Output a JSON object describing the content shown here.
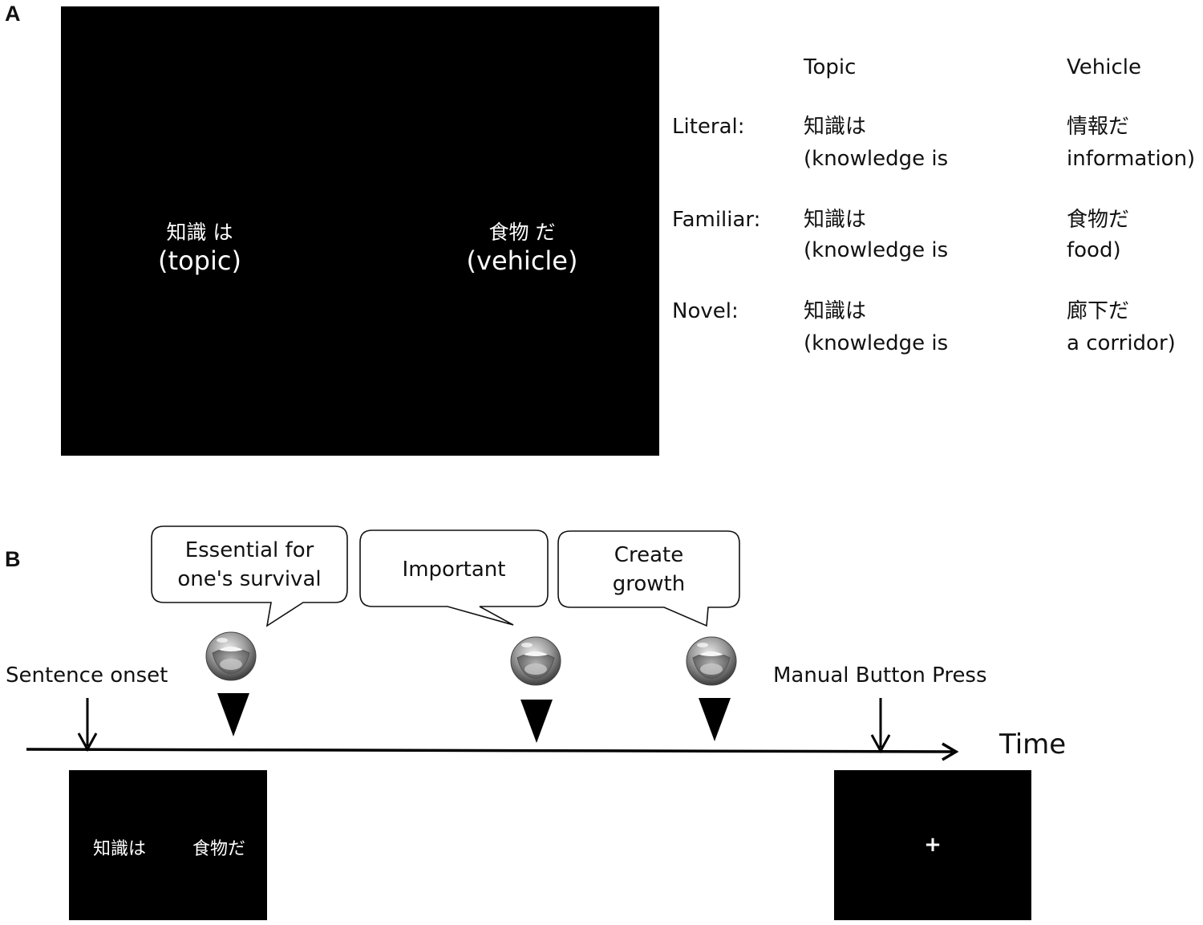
{
  "panel_a": {
    "label": "A",
    "screen": {
      "topic_word": "知識 は",
      "topic_caption": "(topic)",
      "vehicle_word": "食物 だ",
      "vehicle_caption": "(vehicle)"
    },
    "table": {
      "header_topic": "Topic",
      "header_vehicle": "Vehicle",
      "rows": [
        {
          "condition": "Literal:",
          "topic_jp": "知識は",
          "topic_en": "(knowledge is",
          "vehicle_jp": "情報だ",
          "vehicle_en": "information)"
        },
        {
          "condition": "Familiar:",
          "topic_jp": "知識は",
          "topic_en": "(knowledge is",
          "vehicle_jp": "食物だ",
          "vehicle_en": "food)"
        },
        {
          "condition": "Novel:",
          "topic_jp": "知識は",
          "topic_en": "(knowledge is",
          "vehicle_jp": "廊下だ",
          "vehicle_en": "a corridor)"
        }
      ]
    }
  },
  "panel_b": {
    "label": "B",
    "bubbles": [
      {
        "line1": "Essential for",
        "line2": "one's survival"
      },
      {
        "line1": "Important",
        "line2": ""
      },
      {
        "line1": "Create",
        "line2": "growth"
      }
    ],
    "sentence_onset": "Sentence onset",
    "button_press": "Manual Button Press",
    "time_label": "Time",
    "start_screen": {
      "topic": "知識は",
      "vehicle": "食物だ"
    },
    "end_screen": {
      "fixation": "+"
    }
  }
}
